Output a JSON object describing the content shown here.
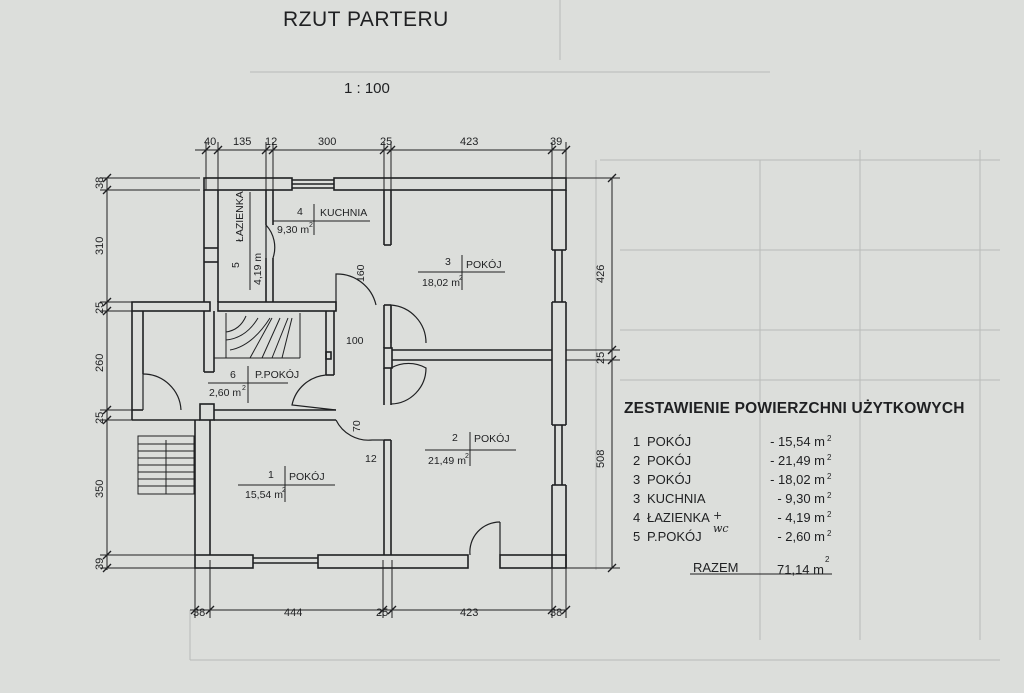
{
  "title": "RZUT PARTERU",
  "scale": "1 : 100",
  "dimensions": {
    "top": [
      "40",
      "135",
      "12",
      "300",
      "25",
      "423",
      "39"
    ],
    "bottom": [
      "38",
      "444",
      "25",
      "423",
      "38"
    ],
    "left": [
      "38",
      "310",
      "25",
      "260",
      "25",
      "350",
      "39"
    ],
    "right": [
      "426",
      "25",
      "508"
    ]
  },
  "plan_labels": {
    "door_160": "160",
    "door_100": "100",
    "door_70": "70",
    "door_12": "12"
  },
  "rooms": [
    {
      "id": "1",
      "name": "POKÓJ",
      "area": "15,54 m"
    },
    {
      "id": "2",
      "name": "POKÓJ",
      "area": "21,49 m"
    },
    {
      "id": "3",
      "name": "POKÓJ",
      "area": "18,02 m"
    },
    {
      "id": "4",
      "name": "KUCHNIA",
      "area": "9,30 m"
    },
    {
      "id": "5",
      "name": "ŁAZIENKA",
      "area": "4,19 m"
    },
    {
      "id": "6",
      "name": "P.POKÓJ",
      "area": "2,60 m"
    }
  ],
  "area_superscript": "2",
  "summary": {
    "title": "ZESTAWIENIE POWIERZCHNI UŻYTKOWYCH",
    "rows": [
      {
        "num": "1",
        "name": "POKÓJ",
        "value": "- 15,54 m"
      },
      {
        "num": "2",
        "name": "POKÓJ",
        "value": "- 21,49 m"
      },
      {
        "num": "3",
        "name": "POKÓJ",
        "value": "- 18,02 m"
      },
      {
        "num": "3",
        "name": "KUCHNIA",
        "value": "- 9,30 m"
      },
      {
        "num": "4",
        "name": "ŁAZIENKA",
        "value": "- 4,19 m"
      },
      {
        "num": "5",
        "name": "P.POKÓJ",
        "value": "- 2,60 m"
      }
    ],
    "handwritten_note": "+ wc",
    "total_label": "RAZEM",
    "total_value": "71,14 m"
  },
  "colors": {
    "paper": "#dcdedb",
    "ink": "#1f2022",
    "faint_ink": "#b9bbb8"
  }
}
